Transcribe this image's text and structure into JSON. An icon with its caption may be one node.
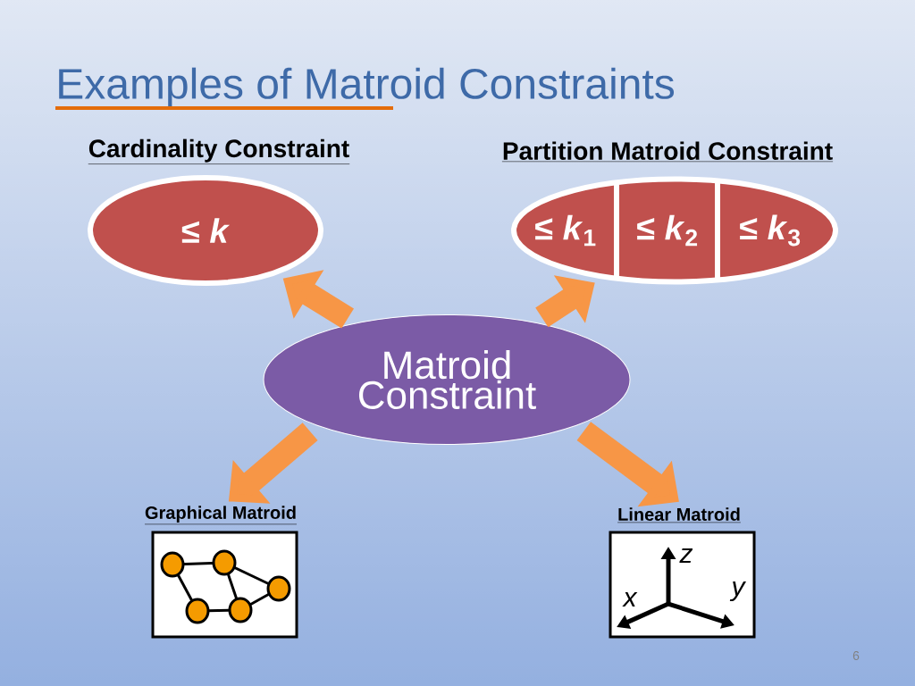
{
  "diagram": {
    "title": "Examples of Matroid Constraints",
    "nodes": [
      {
        "text": [
          "Cardinality Constraint",
          "≤ *k*"
        ]
      },
      {
        "text": [
          "Partition Matroid Constraint"
        ]
      },
      {
        "text": [
          "≤ *k*$_{1}$"
        ],
        "in": 1
      },
      {
        "text": [
          "≤ *k*$_{2}$"
        ],
        "in": 1
      },
      {
        "text": [
          "≤ *k*$_{3}$"
        ],
        "in": 1
      },
      {
        "text": [
          "Matroid Constraint"
        ]
      },
      {
        "text": [
          "Graphical Matroid"
        ]
      },
      {
        "text": [
          "Linear Matroid"
        ]
      }
    ],
    "edges": [
      {
        "from": 5,
        "to": 0,
        "arrow": "to"
      },
      {
        "from": 5,
        "to": 1,
        "arrow": "to"
      },
      {
        "from": 5,
        "to": 6,
        "arrow": "to"
      },
      {
        "from": 5,
        "to": 7,
        "arrow": "to"
      }
    ],
    "labels": [
      "z",
      "y",
      "x",
      "6"
    ]
  }
}
